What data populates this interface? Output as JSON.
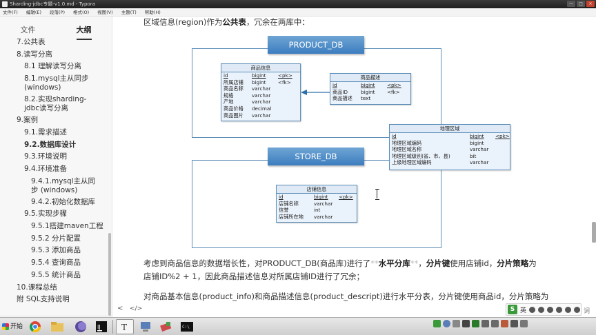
{
  "window": {
    "title": "Sharding-jdbc专题-v1.0.md - Typora",
    "controls": [
      "—",
      "□",
      "×"
    ]
  },
  "menu": [
    "文件(F)",
    "编辑(E)",
    "段落(P)",
    "格式(O)",
    "视图(V)",
    "主题(T)",
    "帮助(H)"
  ],
  "sidebar": {
    "tabs": [
      {
        "label": "文件",
        "active": false
      },
      {
        "label": "大纲",
        "active": true
      }
    ],
    "outline": [
      {
        "label": "7.公共表",
        "level": 1
      },
      {
        "label": "8.读写分离",
        "level": 1
      },
      {
        "label": "8.1 理解读写分离",
        "level": 2
      },
      {
        "label": "8.1.mysql主从同步 (windows)",
        "level": 2
      },
      {
        "label": "8.2.实现sharding-jdbc读写分离",
        "level": 2
      },
      {
        "label": "9.案例",
        "level": 1
      },
      {
        "label": "9.1.需求描述",
        "level": 2
      },
      {
        "label": "9.2.数据库设计",
        "level": 2,
        "active": true
      },
      {
        "label": "9.3.环境说明",
        "level": 2
      },
      {
        "label": "9.4.环境准备",
        "level": 2
      },
      {
        "label": "9.4.1.mysql主从同步 (windows)",
        "level": 3
      },
      {
        "label": "9.4.2.初始化数据库",
        "level": 3
      },
      {
        "label": "9.5.实现步骤",
        "level": 2
      },
      {
        "label": "9.5.1搭建maven工程",
        "level": 3
      },
      {
        "label": "9.5.2 分片配置",
        "level": 3
      },
      {
        "label": "9.5.3 添加商品",
        "level": 3
      },
      {
        "label": "9.5.4 查询商品",
        "level": 3
      },
      {
        "label": "9.5.5 统计商品",
        "level": 3
      },
      {
        "label": "10.课程总结",
        "level": 1
      },
      {
        "label": "附 SQL支持说明",
        "level": 1
      }
    ],
    "footer": {
      "back": "<",
      "source": "</>"
    }
  },
  "content": {
    "top_line": {
      "pre": "区域信息(region)作为",
      "bold": "公共表",
      "post": "，冗余在两库中："
    },
    "para1": {
      "pre": "考虑到商品信息的数据增长性，对PRODUCT_DB(商品库)进行了",
      "md1": "**",
      "bold1": "水平分库",
      "md2": "**",
      "mid": "，",
      "bold2": "分片键",
      "mid2": "使用店铺id，",
      "bold3": "分片策略",
      "post": "为"
    },
    "para1b": "店铺ID%2 + 1，因此商品描述信息对所属店铺ID进行了冗余；",
    "para2": "对商品基本信息(product_info)和商品描述信息(product_descript)进行水平分表，分片键使用商品id，分片策略为"
  },
  "diagram": {
    "product_db": "PRODUCT_DB",
    "store_db": "STORE_DB",
    "tables": {
      "product_info": {
        "title": "商品信息",
        "rows": [
          [
            "id",
            "bigint",
            "<pk>"
          ],
          [
            "所属店铺",
            "bigint",
            "<fk>"
          ],
          [
            "商品名称",
            "varchar",
            ""
          ],
          [
            "规格",
            "varchar",
            ""
          ],
          [
            "产地",
            "varchar",
            ""
          ],
          [
            "商品价格",
            "decimal",
            ""
          ],
          [
            "商品图片",
            "varchar",
            ""
          ]
        ]
      },
      "product_descript": {
        "title": "商品描述",
        "rows": [
          [
            "id",
            "bigint",
            "<pk>"
          ],
          [
            "商品ID",
            "bigint",
            "<fk>"
          ],
          [
            "商品描述",
            "text",
            ""
          ]
        ]
      },
      "region": {
        "title": "地理区域",
        "rows": [
          [
            "id",
            "bigint",
            "<pk>"
          ],
          [
            "地理区域编码",
            "bigint",
            ""
          ],
          [
            "地理区域名称",
            "varchar",
            ""
          ],
          [
            "地理区域级别(省、市、县)",
            "bit",
            ""
          ],
          [
            "上级地理区域编码",
            "varchar",
            ""
          ]
        ]
      },
      "store_info": {
        "title": "店铺信息",
        "rows": [
          [
            "id",
            "bigint",
            "<pk>"
          ],
          [
            "店铺名称",
            "varchar",
            ""
          ],
          [
            "信誉",
            "int",
            ""
          ],
          [
            "店铺所在地",
            "varchar",
            ""
          ]
        ]
      }
    }
  },
  "taskbar": {
    "start": "开始",
    "apps": [
      "chrome-icon",
      "explorer-icon",
      "eclipse-icon",
      "intellij-icon",
      "typora-icon",
      "network-icon",
      "tool-icon",
      "terminal-icon"
    ]
  },
  "ime": {
    "logo": "S",
    "lang": "英",
    "tail": "词"
  }
}
